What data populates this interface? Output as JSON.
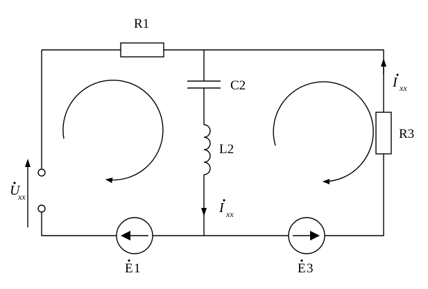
{
  "components": {
    "r1": "R1",
    "c2": "C2",
    "l2": "L2",
    "r3": "R3",
    "e1_main": "E",
    "e1_index": "1",
    "e3_main": "E",
    "e3_index": "3"
  },
  "quantities": {
    "i_main": "I",
    "i_sub": "xx",
    "u_main": "U",
    "u_sub": "xx"
  }
}
